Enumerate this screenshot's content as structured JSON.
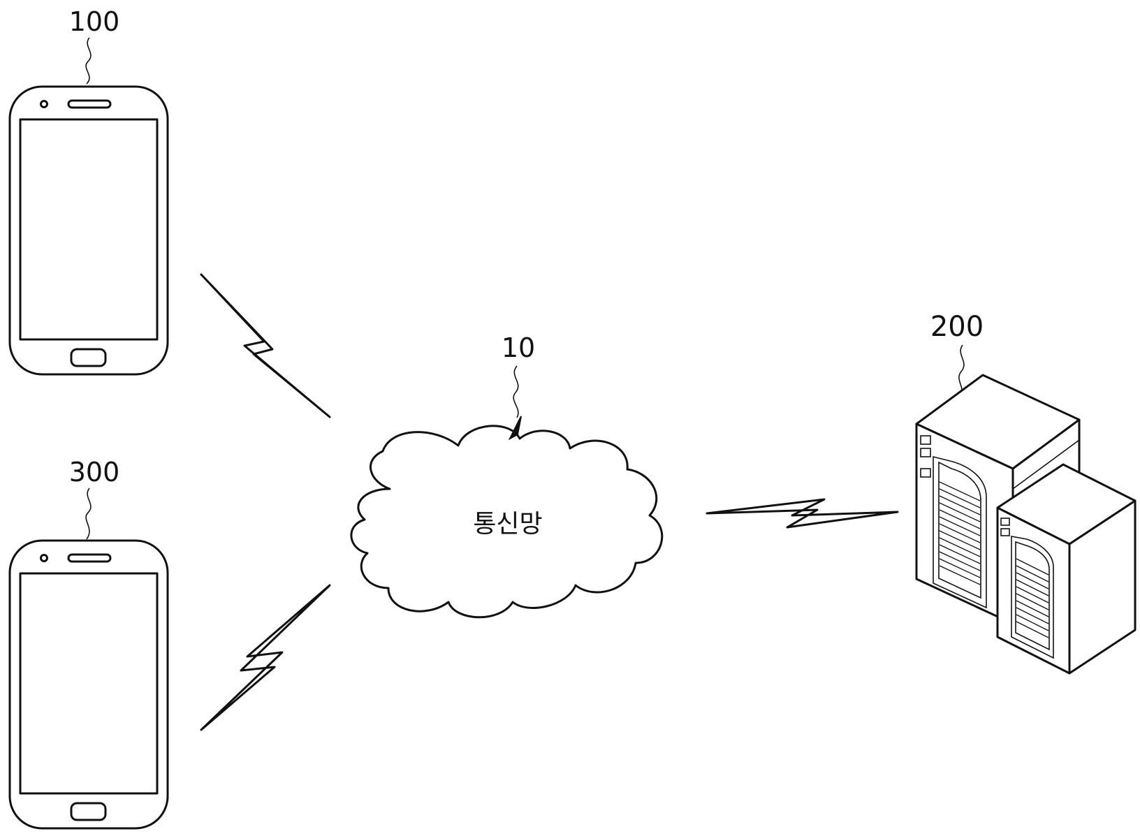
{
  "labels": {
    "terminal_1": "100",
    "terminal_2": "300",
    "server": "200",
    "network": "10"
  },
  "network_text": "통신망"
}
